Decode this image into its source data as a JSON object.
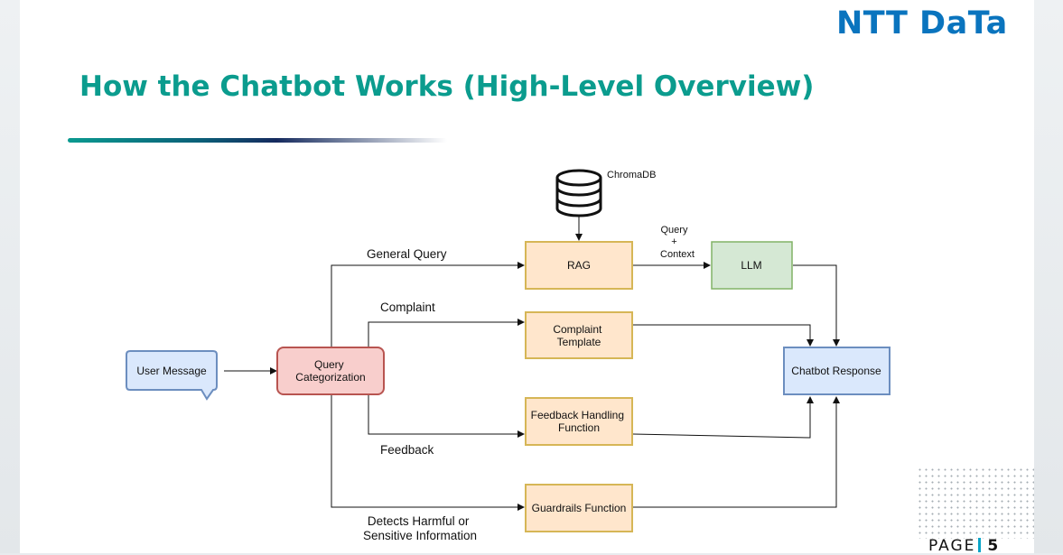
{
  "brand": {
    "logo_text": "NTT DaTa",
    "color": "#0a74be"
  },
  "slide": {
    "title": "How the Chatbot Works (High-Level Overview)",
    "title_color": "#0b9c8e"
  },
  "diagram": {
    "database_label": "ChromaDB",
    "nodes": {
      "user_message": "User Message",
      "query_categorization": [
        "Query",
        "Categorization"
      ],
      "rag": "RAG",
      "llm": "LLM",
      "complaint_template": [
        "Complaint",
        "Template"
      ],
      "feedback_function": [
        "Feedback Handling",
        "Function"
      ],
      "guardrails_function": "Guardrails Function",
      "chatbot_response": "Chatbot Response"
    },
    "edge_labels": {
      "general_query": "General Query",
      "complaint": "Complaint",
      "feedback": "Feedback",
      "harmful": [
        "Detects Harmful or",
        "Sensitive Information"
      ],
      "query_context": [
        "Query",
        "+",
        "Context"
      ]
    },
    "colors": {
      "user_message_fill": "#dae8fc",
      "user_message_stroke": "#6c8ebf",
      "categorization_fill": "#f8cecc",
      "categorization_stroke": "#b85450",
      "orange_fill": "#ffe6cc",
      "orange_stroke": "#d6b656",
      "llm_fill": "#d5e8d4",
      "llm_stroke": "#82b366",
      "response_fill": "#dae8fc",
      "response_stroke": "#6c8ebf"
    }
  },
  "footer": {
    "page_label": "PAGE",
    "page_number": "5"
  }
}
